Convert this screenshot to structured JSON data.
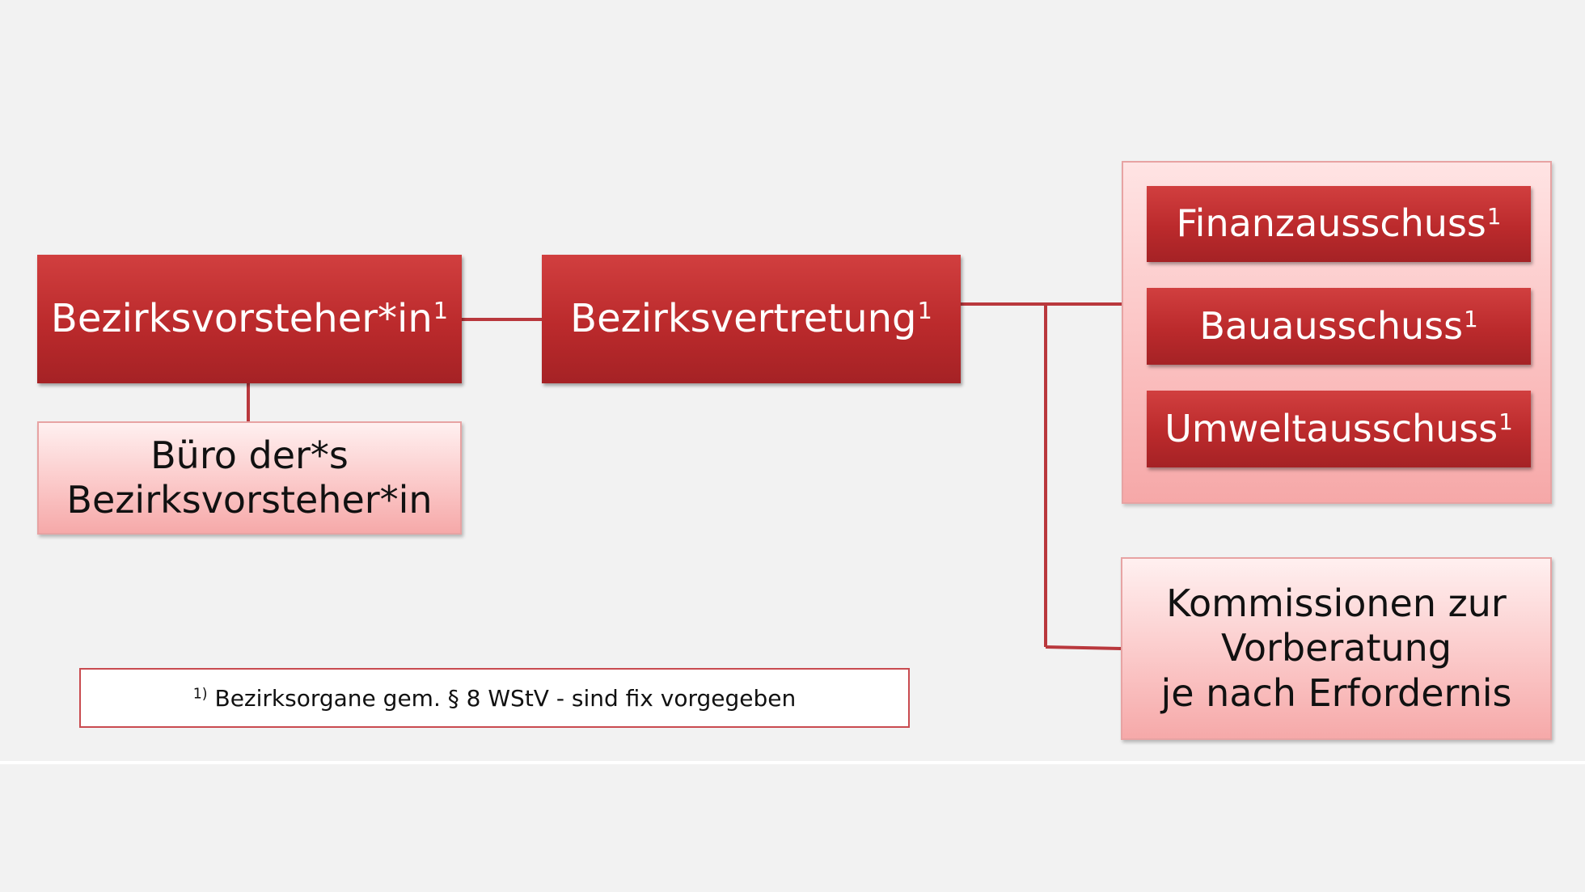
{
  "diagram": {
    "nodes": {
      "bezirksvorsteher": {
        "label": "Bezirksvorsteher*in",
        "footnote_mark": "1"
      },
      "buero": {
        "label": "Büro der*s\nBezirksvorsteher*in"
      },
      "bezirksvertretung": {
        "label": "Bezirksvertretung",
        "footnote_mark": "1"
      },
      "finanzausschuss": {
        "label": "Finanzausschuss",
        "footnote_mark": "1"
      },
      "bauausschuss": {
        "label": "Bauausschuss",
        "footnote_mark": "1"
      },
      "umweltausschuss": {
        "label": "Umweltausschuss",
        "footnote_mark": "1"
      },
      "kommissionen": {
        "label": "Kommissionen zur\nVorberatung\nje nach Erfordernis"
      }
    },
    "footnote": {
      "mark": "1)",
      "text": " Bezirksorgane gem. § 8 WStV - sind fix vorgegeben"
    },
    "colors": {
      "dark_box": "#bb2a2c",
      "light_box": "#fbc9c9",
      "connector": "#b9383d",
      "background": "#f2f2f2"
    }
  }
}
